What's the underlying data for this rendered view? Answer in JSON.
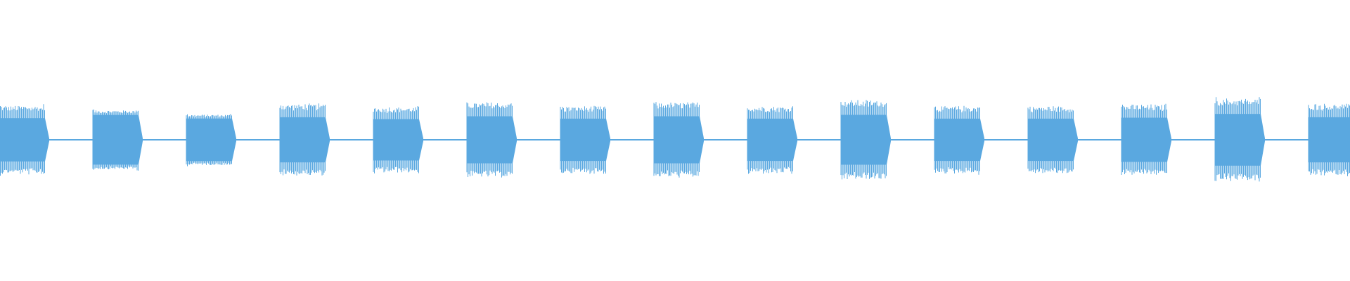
{
  "waveform": {
    "color": "#5aa8e0",
    "background": "#ffffff",
    "style": "audio waveform, repeating tone bursts separated by near-silence",
    "bursts": [
      {
        "peak": 0.46,
        "shape": "spiky"
      },
      {
        "peak": 0.42,
        "shape": "flat"
      },
      {
        "peak": 0.36,
        "shape": "flat"
      },
      {
        "peak": 0.48,
        "shape": "spiky"
      },
      {
        "peak": 0.44,
        "shape": "spiky"
      },
      {
        "peak": 0.5,
        "shape": "spiky"
      },
      {
        "peak": 0.45,
        "shape": "spiky"
      },
      {
        "peak": 0.5,
        "shape": "spiky"
      },
      {
        "peak": 0.45,
        "shape": "spiky"
      },
      {
        "peak": 0.53,
        "shape": "spiky"
      },
      {
        "peak": 0.45,
        "shape": "spiky"
      },
      {
        "peak": 0.45,
        "shape": "spiky"
      },
      {
        "peak": 0.47,
        "shape": "spiky"
      },
      {
        "peak": 0.55,
        "shape": "spiky"
      },
      {
        "peak": 0.48,
        "shape": "spiky"
      }
    ],
    "silence_level": 0.02
  }
}
